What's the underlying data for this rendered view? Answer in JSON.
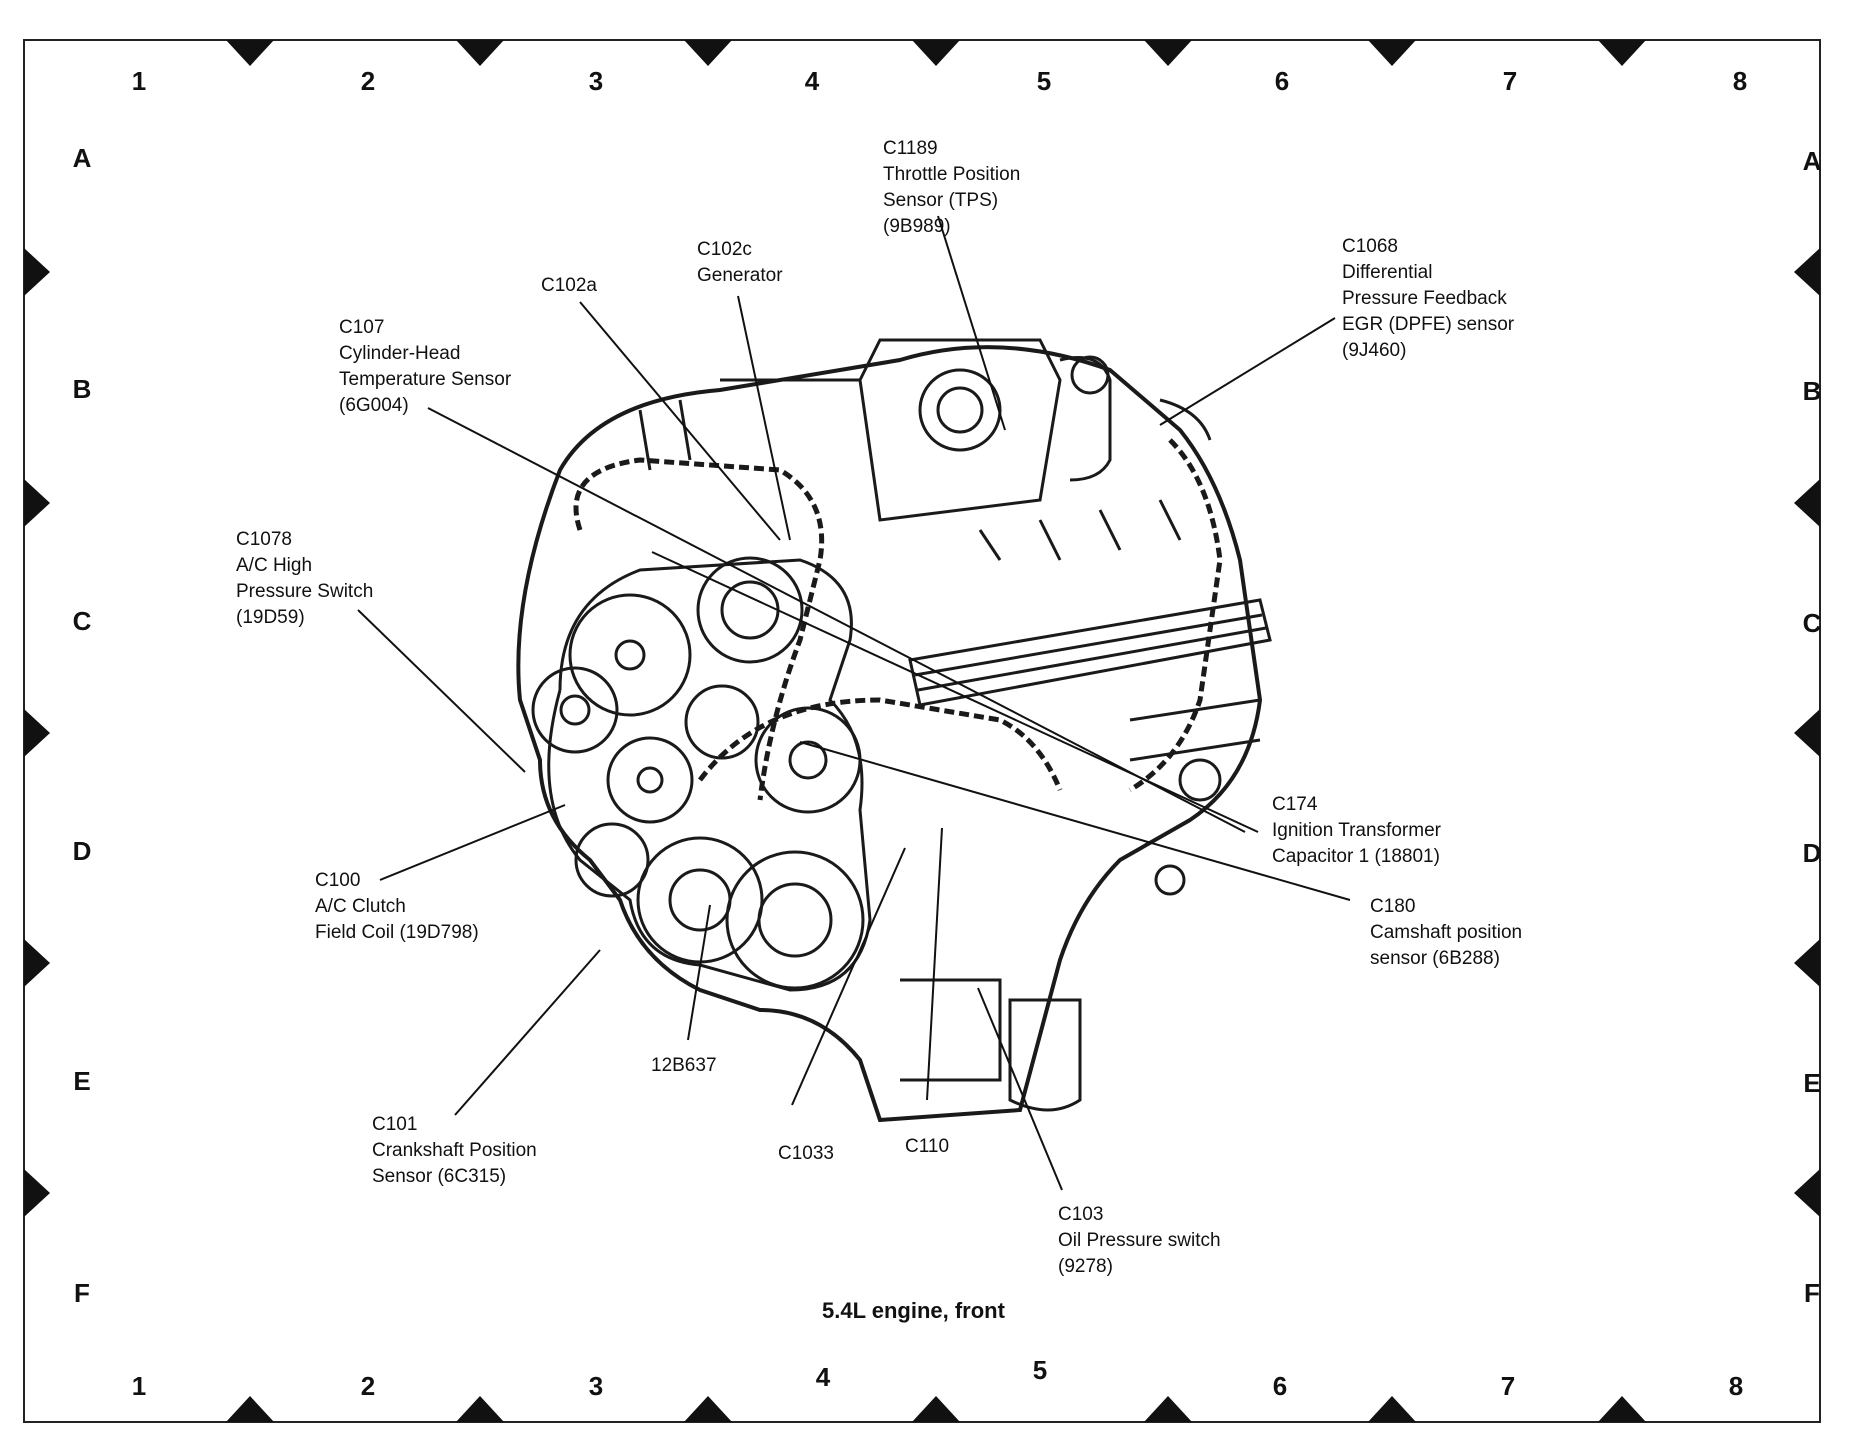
{
  "caption": "5.4L engine, front",
  "grid": {
    "columns": [
      "1",
      "2",
      "3",
      "4",
      "5",
      "6",
      "7",
      "8"
    ],
    "rows": [
      "A",
      "B",
      "C",
      "D",
      "E",
      "F"
    ]
  },
  "callouts": {
    "c1189": [
      "C1189",
      "Throttle Position",
      "Sensor (TPS)",
      "(9B989)"
    ],
    "c102c": [
      "C102c",
      "Generator"
    ],
    "c102a": [
      "C102a"
    ],
    "c107": [
      "C107",
      "Cylinder-Head",
      "Temperature Sensor",
      "(6G004)"
    ],
    "c1068": [
      "C1068",
      "Differential",
      "Pressure Feedback",
      "EGR (DPFE) sensor",
      "(9J460)"
    ],
    "c1078": [
      "C1078",
      "A/C High",
      "Pressure Switch",
      "(19D59)"
    ],
    "c174": [
      "C174",
      "Ignition Transformer",
      "Capacitor 1 (18801)"
    ],
    "c100": [
      "C100",
      "A/C Clutch",
      "Field Coil (19D798)"
    ],
    "c180": [
      "C180",
      "Camshaft position",
      "sensor (6B288)"
    ],
    "p12b637": [
      "12B637"
    ],
    "c101": [
      "C101",
      "Crankshaft Position",
      "Sensor (6C315)"
    ],
    "c1033": [
      "C1033"
    ],
    "c110": [
      "C110"
    ],
    "c103": [
      "C103",
      "Oil Pressure switch",
      "(9278)"
    ]
  }
}
